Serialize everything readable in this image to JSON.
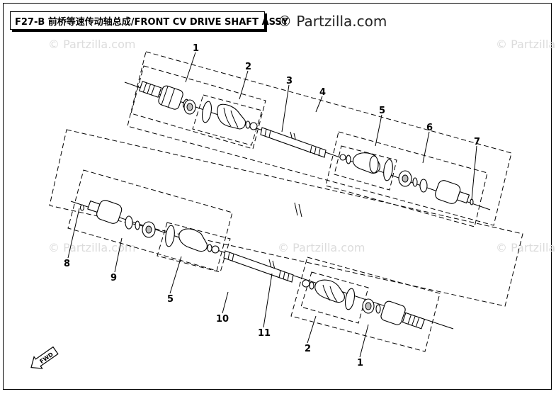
{
  "title": "F27-B 前桥等速传动轴总成/FRONT CV DRIVE SHAFT ASSY",
  "watermark": "© Partzilla.com",
  "callouts": {
    "c1_top": "1",
    "c2_top": "2",
    "c3": "3",
    "c4": "4",
    "c5_top": "5",
    "c6": "6",
    "c7": "7",
    "c8": "8",
    "c9": "9",
    "c5_bot": "5",
    "c10": "10",
    "c11": "11",
    "c2_bot": "2",
    "c1_bot": "1"
  },
  "fwd_label": "FWD"
}
